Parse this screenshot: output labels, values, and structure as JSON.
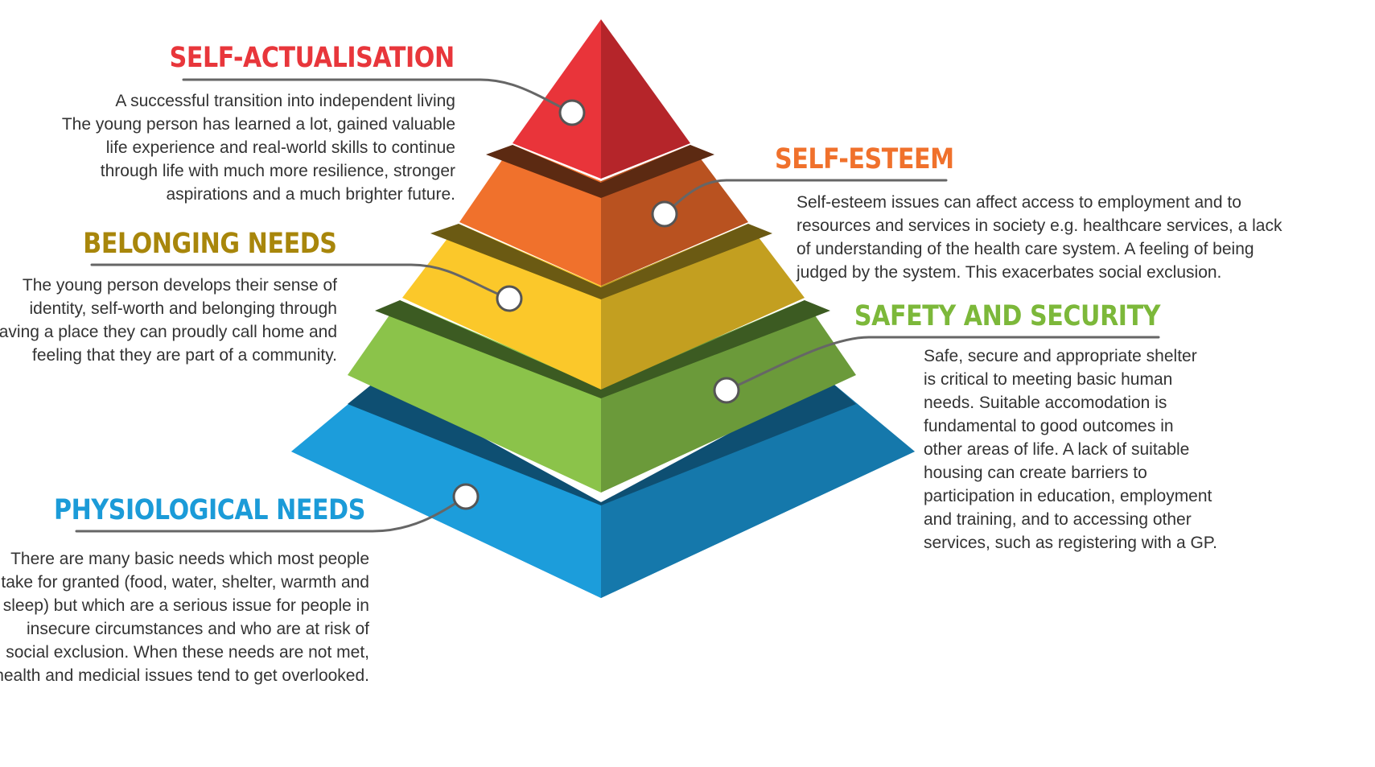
{
  "colors": {
    "self_actualisation": "#e8363b",
    "self_esteem": "#f0712c",
    "belonging": "#a8860b",
    "safety": "#7cb83a",
    "physiological": "#1b9bd8",
    "text": "#333333",
    "connector": "#666666"
  },
  "levels": [
    {
      "id": "self_actualisation",
      "title": "SELF-ACTUALISATION",
      "lines": [
        "A successful transition into independent living",
        "The young person has learned a lot, gained valuable",
        "life experience and real-world skills to continue",
        "through life with much more resilience, stronger",
        "aspirations and a much brighter future."
      ]
    },
    {
      "id": "self_esteem",
      "title": "SELF-ESTEEM",
      "lines": [
        "Self-esteem issues can affect access to employment and to",
        "resources and services in society e.g. healthcare services, a lack",
        "of understanding of the health care system. A feeling of being",
        "judged by the system. This exacerbates social exclusion."
      ]
    },
    {
      "id": "belonging",
      "title": "BELONGING NEEDS",
      "lines": [
        "The young person develops their sense of",
        "identity, self-worth and belonging through",
        "having a place they can proudly call home and",
        "feeling that they are part of a community."
      ]
    },
    {
      "id": "safety",
      "title": "SAFETY AND SECURITY",
      "lines": [
        "Safe, secure and appropriate shelter",
        "is critical to meeting basic human",
        "needs. Suitable accomodation is",
        "fundamental to good outcomes in",
        "other areas of life. A lack of suitable",
        "housing can create barriers to",
        "participation in education, employment",
        "and training, and to accessing other",
        "services, such as registering with a GP."
      ]
    },
    {
      "id": "physiological",
      "title": "PHYSIOLOGICAL NEEDS",
      "lines": [
        "There are many basic needs which most people",
        "take for granted (food, water, shelter, warmth and",
        "sleep) but which are a serious issue for people in",
        "insecure circumstances and who are at risk of",
        "social exclusion. When these needs are not met,",
        "health and medicial issues tend to get overlooked."
      ]
    }
  ]
}
